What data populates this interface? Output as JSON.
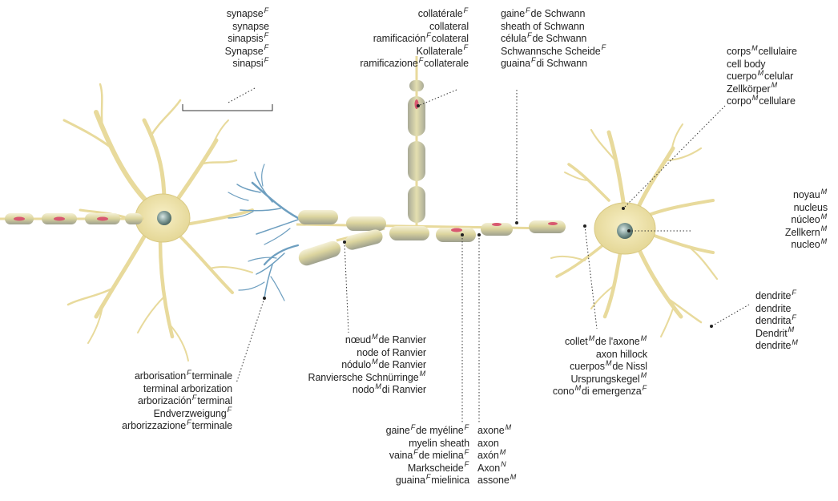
{
  "labels": {
    "synapse": [
      {
        "t": "synapse",
        "g": "F"
      },
      {
        "t": "synapse",
        "g": ""
      },
      {
        "t": "sinapsis",
        "g": "F"
      },
      {
        "t": "Synapse",
        "g": "F"
      },
      {
        "t": "sinapsi",
        "g": "F"
      }
    ],
    "collateral": [
      {
        "t": "collatérale",
        "g": "F"
      },
      {
        "t": "collateral",
        "g": ""
      },
      {
        "t": "ramificación",
        "g": "F",
        "s": "colateral"
      },
      {
        "t": "Kollaterale",
        "g": "F"
      },
      {
        "t": "ramificazione",
        "g": "F",
        "s": "collaterale"
      }
    ],
    "schwann": [
      {
        "t": "gaine",
        "g": "F",
        "s": "de Schwann"
      },
      {
        "t": "sheath of Schwann",
        "g": ""
      },
      {
        "t": "célula",
        "g": "F",
        "s": "de Schwann"
      },
      {
        "t": "Schwannsche Scheide",
        "g": "F"
      },
      {
        "t": "guaina",
        "g": "F",
        "s": "di Schwann"
      }
    ],
    "cell_body": [
      {
        "t": "corps",
        "g": "M",
        "s": "cellulaire"
      },
      {
        "t": "cell body",
        "g": ""
      },
      {
        "t": "cuerpo",
        "g": "M",
        "s": "celular"
      },
      {
        "t": "Zellkörper",
        "g": "M"
      },
      {
        "t": "corpo",
        "g": "M",
        "s": "cellulare"
      }
    ],
    "nucleus": [
      {
        "t": "noyau",
        "g": "M"
      },
      {
        "t": "nucleus",
        "g": ""
      },
      {
        "t": "núcleo",
        "g": "M"
      },
      {
        "t": "Zellkern",
        "g": "M"
      },
      {
        "t": "nucleo",
        "g": "M"
      }
    ],
    "dendrite": [
      {
        "t": "dendrite",
        "g": "F"
      },
      {
        "t": "dendrite",
        "g": ""
      },
      {
        "t": "dendrita",
        "g": "F"
      },
      {
        "t": "Dendrit",
        "g": "M"
      },
      {
        "t": "dendrite",
        "g": "M"
      }
    ],
    "axon_hillock": [
      {
        "t": "collet",
        "g": "M",
        "s": "de l'axone",
        "g2": "M"
      },
      {
        "t": "axon hillock",
        "g": ""
      },
      {
        "t": "cuerpos",
        "g": "M",
        "s": "de Nissl"
      },
      {
        "t": "Ursprungskegel",
        "g": "M"
      },
      {
        "t": "cono",
        "g": "M",
        "s": "di emergenza",
        "g2": "F"
      }
    ],
    "node_ranvier": [
      {
        "t": "nœud",
        "g": "M",
        "s": "de Ranvier"
      },
      {
        "t": "node of Ranvier",
        "g": ""
      },
      {
        "t": "nódulo",
        "g": "M",
        "s": "de Ranvier"
      },
      {
        "t": "Ranviersche Schnürringe",
        "g": "M"
      },
      {
        "t": "nodo",
        "g": "M",
        "s": "di Ranvier"
      }
    ],
    "terminal_arborization": [
      {
        "t": "arborisation",
        "g": "F",
        "s": "terminale"
      },
      {
        "t": "terminal arborization",
        "g": ""
      },
      {
        "t": "arborización",
        "g": "F",
        "s": "terminal"
      },
      {
        "t": "Endverzweigung",
        "g": "F"
      },
      {
        "t": "arborizzazione",
        "g": "F",
        "s": "terminale"
      }
    ],
    "myelin_sheath": [
      {
        "t": "gaine",
        "g": "F",
        "s": "de myéline",
        "g2": "F"
      },
      {
        "t": "myelin sheath",
        "g": ""
      },
      {
        "t": "vaina",
        "g": "F",
        "s": "de mielina",
        "g2": "F"
      },
      {
        "t": "Markscheide",
        "g": "F"
      },
      {
        "t": "guaina",
        "g": "F",
        "s": "mielinica"
      }
    ],
    "axon": [
      {
        "t": "axone",
        "g": "M"
      },
      {
        "t": "axon",
        "g": ""
      },
      {
        "t": "axón",
        "g": "M"
      },
      {
        "t": "Axon",
        "g": "N"
      },
      {
        "t": "assone",
        "g": "M"
      }
    ]
  },
  "colors": {
    "cell": "#efe3a8",
    "cell_stroke": "#d9c983",
    "myelin": "#e6dc9c",
    "myelin_shade": "#b8b8a6",
    "dendrite_blue": "#6e9fc0",
    "red_mark": "#d85870",
    "nucleus": "#8fa6a2",
    "leader": "#333333"
  }
}
